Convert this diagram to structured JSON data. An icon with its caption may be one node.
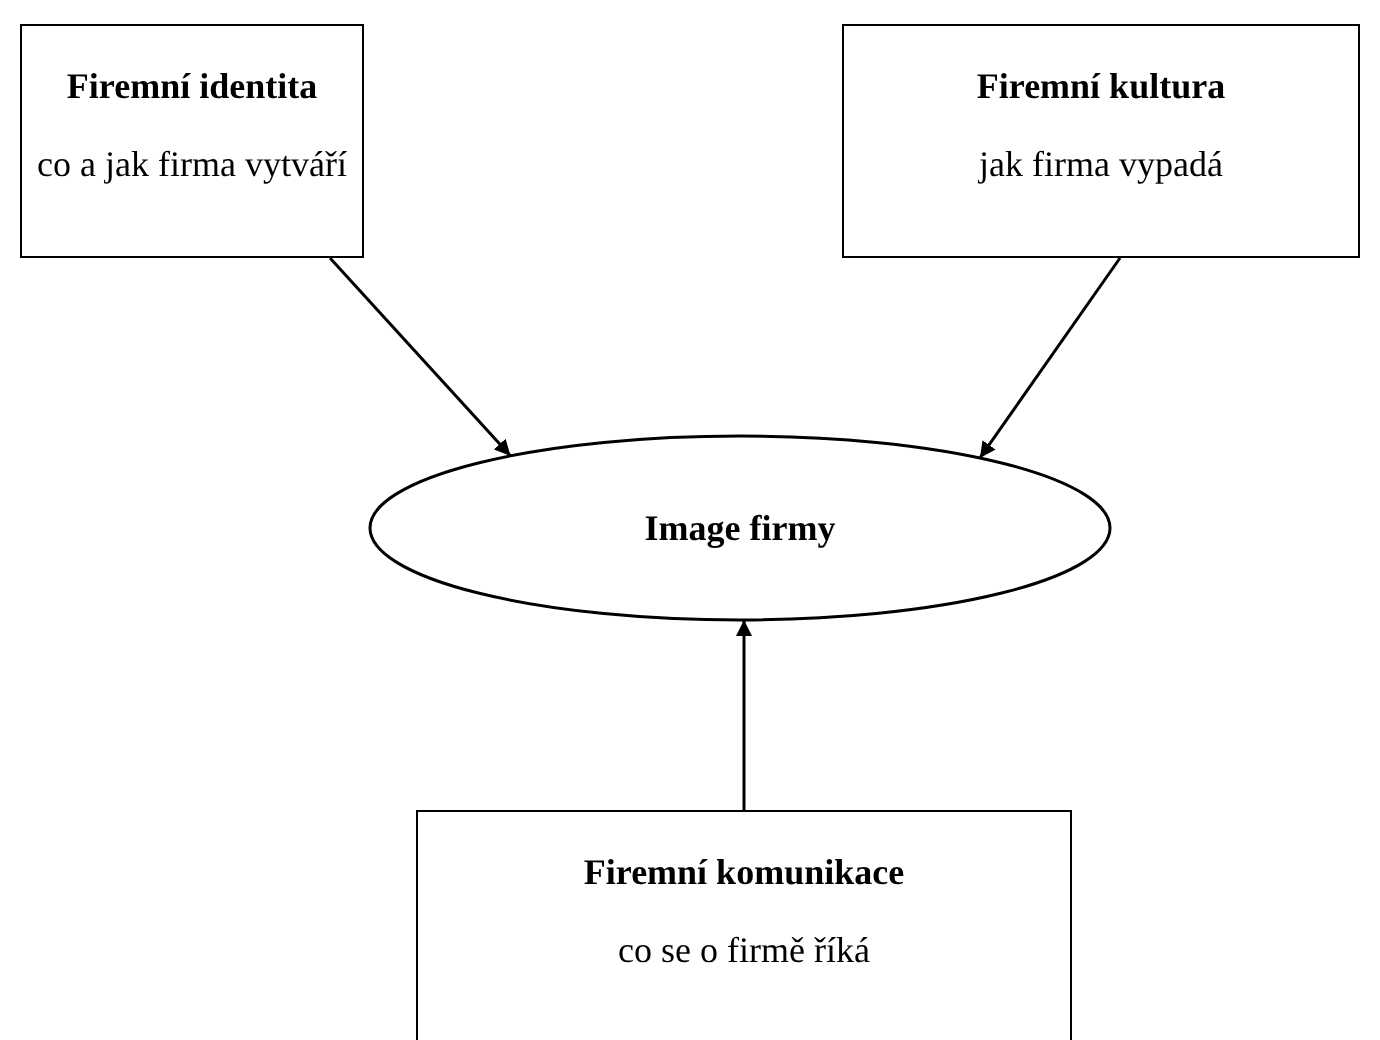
{
  "diagram": {
    "nodes": [
      {
        "text": [
          "Firemní identita",
          "co a jak firma vytváří"
        ]
      },
      {
        "text": [
          "Firemní kultura",
          "jak firma vypadá"
        ]
      },
      {
        "text": [
          "Image firmy"
        ]
      },
      {
        "text": [
          "Firemní komunikace",
          "co se o firmě říká"
        ]
      }
    ],
    "edges": [
      {
        "from": 0,
        "to": 2,
        "arrow": "to"
      },
      {
        "from": 1,
        "to": 2,
        "arrow": "to"
      },
      {
        "from": 3,
        "to": 2,
        "arrow": "to"
      }
    ]
  }
}
